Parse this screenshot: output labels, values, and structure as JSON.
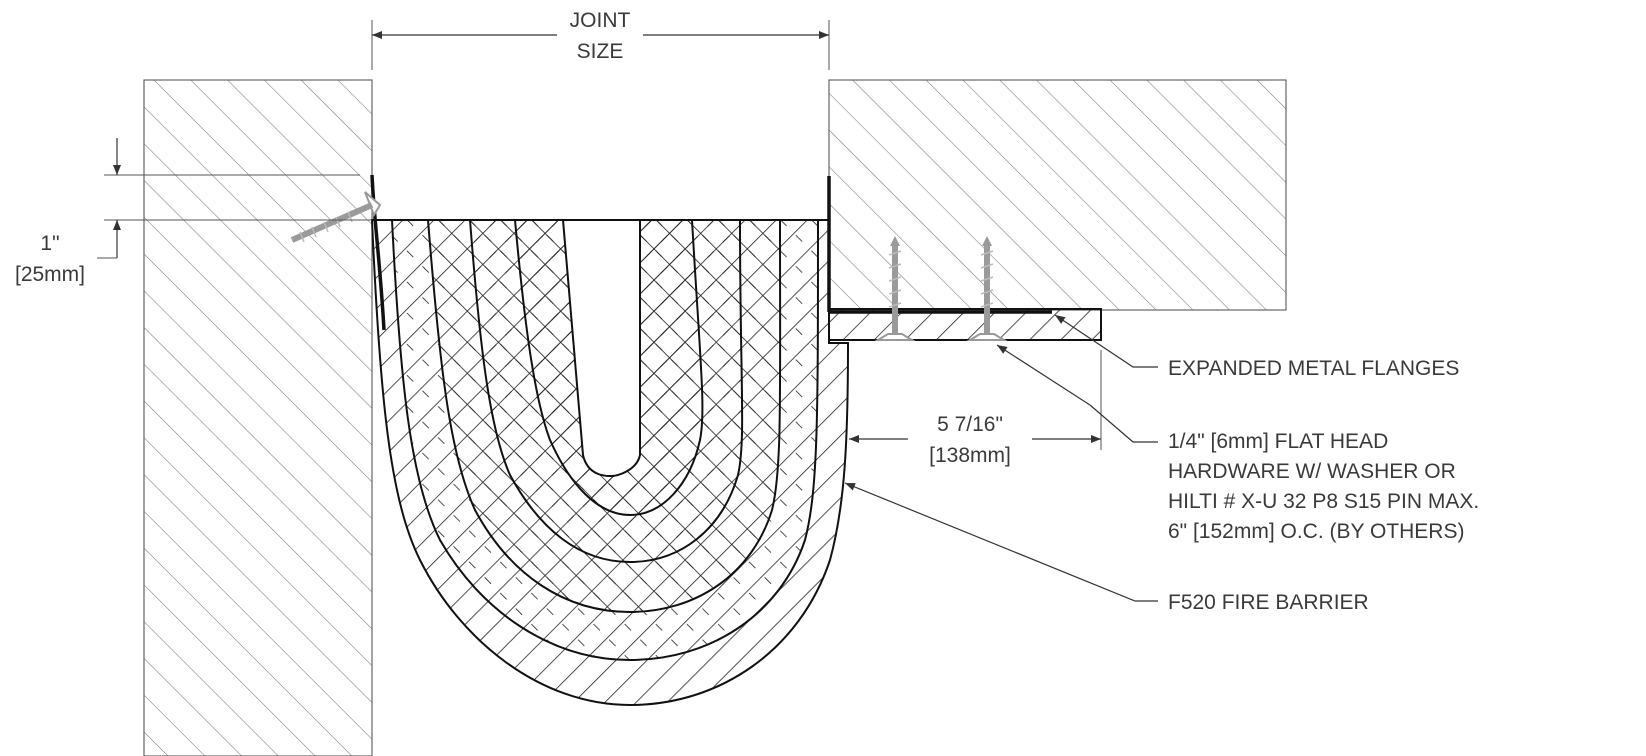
{
  "dimensions": {
    "joint_size": [
      "JOINT",
      "SIZE"
    ],
    "embed_depth": [
      "1\"",
      "[25mm]"
    ],
    "flange_width": [
      "5 7/16\"",
      "[138mm]"
    ]
  },
  "callouts": {
    "expanded_metal_flanges": [
      "EXPANDED METAL FLANGES"
    ],
    "hardware": [
      "1/4\" [6mm] FLAT HEAD",
      "HARDWARE W/ WASHER OR",
      "HILTI # X-U 32 P8 S15 PIN MAX.",
      "6\" [152mm] O.C. (BY OTHERS)"
    ],
    "fire_barrier": [
      "F520 FIRE BARRIER"
    ]
  },
  "colors": {
    "line": "#111111",
    "hatch": "#666666",
    "text": "#3a3a3a",
    "screw": "#9a9a9a"
  }
}
